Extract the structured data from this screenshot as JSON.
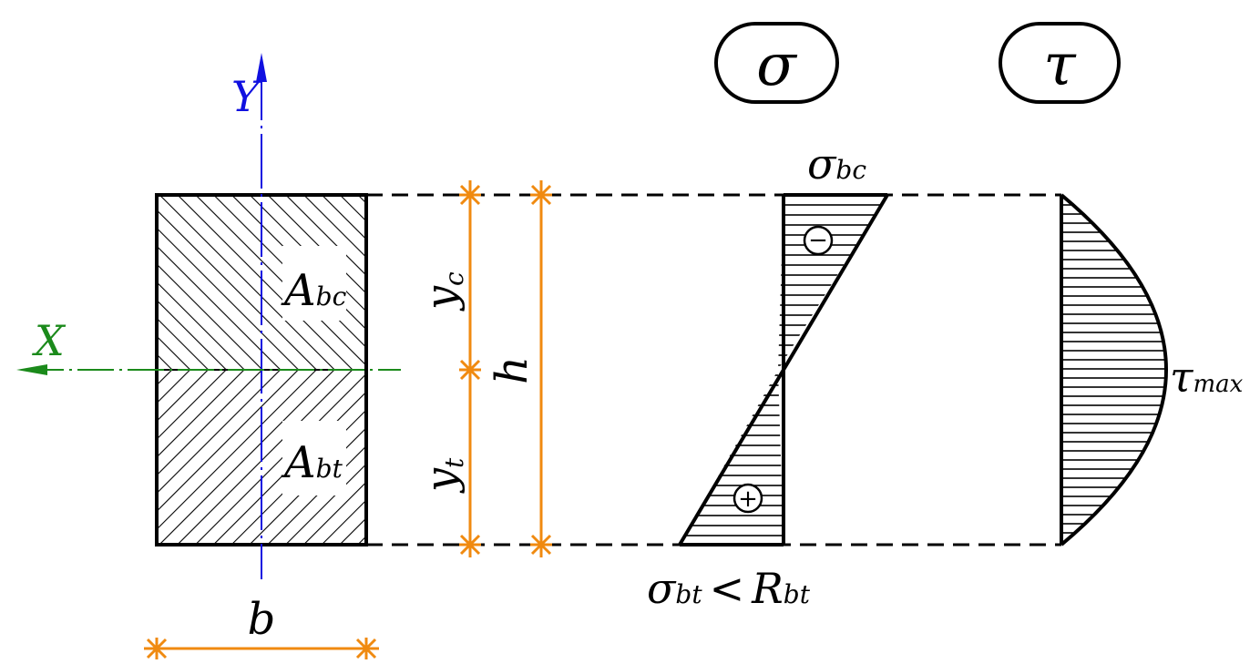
{
  "title_sigma": "σ",
  "title_tau": "τ",
  "axis_x": "X",
  "axis_y": "Y",
  "area_compressed": {
    "main": "A",
    "sub": "bc"
  },
  "area_tension": {
    "main": "A",
    "sub": "bt"
  },
  "dim_yc": {
    "main": "y",
    "sub": "c"
  },
  "dim_yt": {
    "main": "y",
    "sub": "t"
  },
  "dim_h": "h",
  "dim_b": "b",
  "sigma_bc": {
    "main": "σ",
    "sub": "bc"
  },
  "sigma_bt_condition": {
    "main": "σ",
    "sub": "bt",
    "op": "<",
    "rhs_main": "R",
    "rhs_sub": "bt"
  },
  "tau_max": {
    "main": "τ",
    "sub": "max"
  },
  "sign_minus": "−",
  "sign_plus": "+",
  "colors": {
    "x_axis": "#1b8a1b",
    "y_axis": "#1010e0",
    "dimension": "#f08a10",
    "outline": "#000000"
  }
}
